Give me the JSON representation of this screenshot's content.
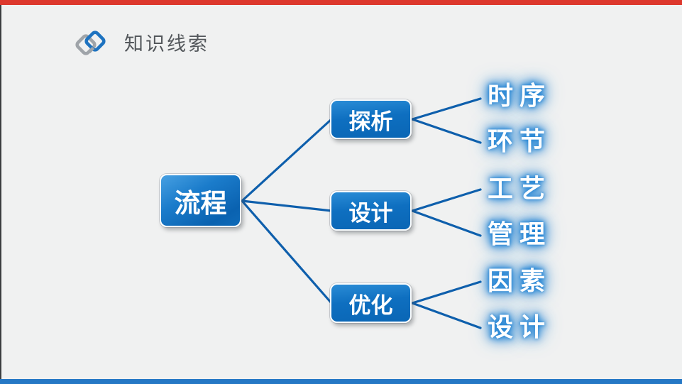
{
  "header": {
    "title": "知识线索",
    "logo_icon": "interlocked-diamonds"
  },
  "theme": {
    "background": "#f0f1f1",
    "top_bar_color": "#dd382d",
    "bottom_bar_color": "#2578c5",
    "node_fill_blue": "#0c6dbd",
    "node_border": "#fbfdfe",
    "connector_blue": "#0e5fac",
    "leaf_glow_blue": "#2384d4",
    "title_text_color": "#54585c",
    "logo_gray": "#9fa4a9",
    "logo_blue": "#1e73c0"
  },
  "mindmap": {
    "root": {
      "label": "流程"
    },
    "branches": [
      {
        "label": "探析",
        "children": [
          {
            "label": "时序"
          },
          {
            "label": "环节"
          }
        ]
      },
      {
        "label": "设计",
        "children": [
          {
            "label": "工艺"
          },
          {
            "label": "管理"
          }
        ]
      },
      {
        "label": "优化",
        "children": [
          {
            "label": "因素"
          },
          {
            "label": "设计"
          }
        ]
      }
    ]
  }
}
